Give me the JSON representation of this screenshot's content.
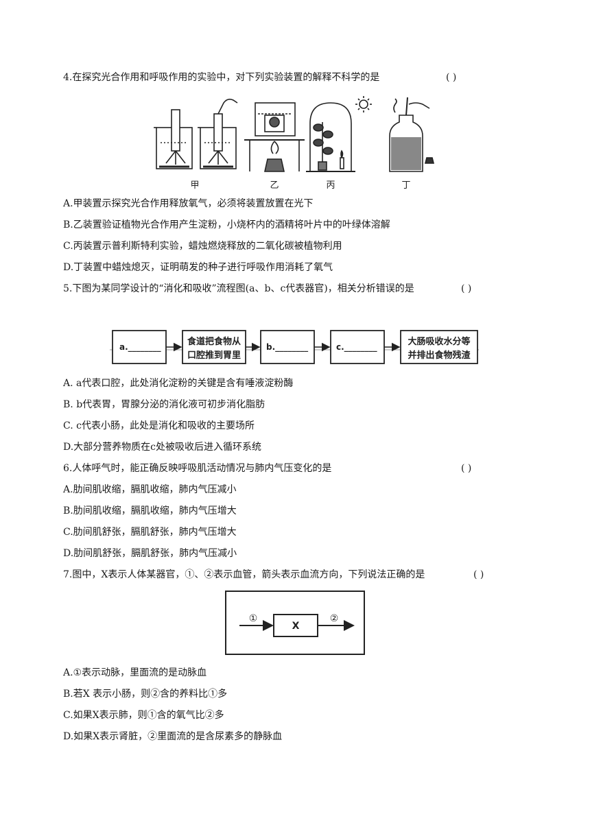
{
  "q4": {
    "stem": "4.在探究光合作用和呼吸作用的实验中，对下列实验装置的解释不科学的是",
    "paren": "(    )",
    "figure_labels": [
      "甲",
      "乙",
      "丙",
      "丁"
    ],
    "options": [
      "A.甲装置示探究光合作用释放氧气，必须将装置放置在光下",
      "B.乙装置验证植物光合作用产生淀粉，小烧杯内的酒精将叶片中的叶绿体溶解",
      "C.丙装置示普利斯特利实验，蜡烛燃烧释放的二氧化碳被植物利用",
      "D.丁装置中蜡烛熄灭，证明萌发的种子进行呼吸作用消耗了氧气"
    ]
  },
  "q5": {
    "stem": "5.下图为某同学设计的“消化和吸收”流程图(a、b、c代表器官)，相关分析错误的是",
    "paren": "( )",
    "flow": {
      "a": "a.________",
      "esophagus_l1": "食道把食物从",
      "esophagus_l2": "口腔推到胃里",
      "b": "b.________",
      "c": "c.________",
      "large_l1": "大肠吸收水分等",
      "large_l2": "并排出食物残渣"
    },
    "options": [
      "A.  a代表口腔，此处消化淀粉的关键是含有唾液淀粉酶",
      "B.  b代表胃，胃腺分泌的消化液可初步消化脂肪",
      "C.  c代表小肠，此处是消化和吸收的主要场所",
      "D.大部分营养物质在c处被吸收后进入循环系统"
    ]
  },
  "q6": {
    "stem": "6.人体呼气时，能正确反映呼吸肌活动情况与肺内气压变化的是",
    "paren": "(    )",
    "options": [
      "A.肋间肌收缩，膈肌收缩，肺内气压减小",
      "B.肋间肌收缩，膈肌收缩，肺内气压增大",
      "C.肋间肌舒张，膈肌舒张，肺内气压增大",
      "D.肋间肌舒张，膈肌舒张，肺内气压减小"
    ]
  },
  "q7": {
    "stem": "7.图中，X表示人体某器官，①、②表示血管，箭头表示血流方向，下列说法正确的是",
    "paren": "( )",
    "diagram": {
      "in": "①",
      "organ": "X",
      "out": "②"
    },
    "options": [
      "A.①表示动脉，里面流的是动脉血",
      "B.若X 表示小肠，则②含的养料比①多",
      "C.如果X表示肺，则①含的氧气比②多",
      "D.如果X表示肾脏，②里面流的是含尿素多的静脉血"
    ]
  }
}
